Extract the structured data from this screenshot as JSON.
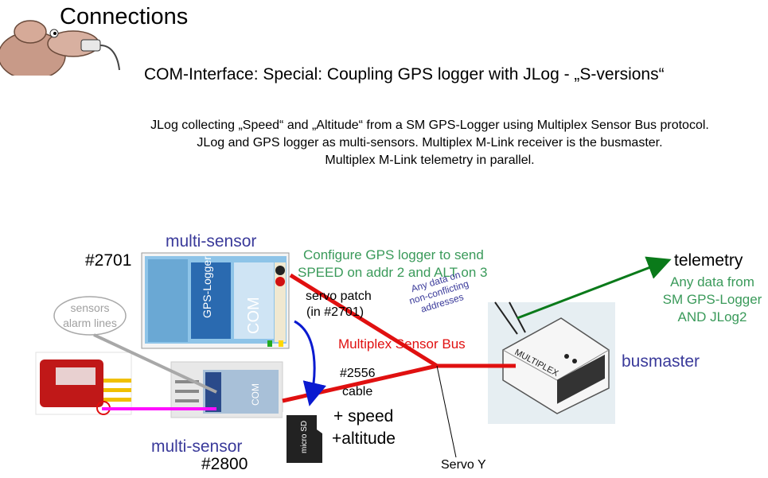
{
  "header": {
    "title": "Connections",
    "subtitle": "COM-Interface: Special: Coupling GPS logger with JLog  -  „S-versions“"
  },
  "description": [
    "JLog collecting „Speed“ and „Altitude“ from a SM GPS-Logger using Multiplex Sensor Bus protocol.",
    "JLog and GPS logger as multi-sensors. Multiplex M-Link receiver is the busmaster.",
    "Multiplex M-Link telemetry in parallel."
  ],
  "labels": {
    "multi_sensor_top": "multi-sensor",
    "id_2701": "#2701",
    "configure_line1": "Configure GPS logger to send",
    "configure_line2": "SPEED on addr 2 and ALT on 3",
    "servo_patch_line1": "servo patch",
    "servo_patch_line2": "(in #2701)",
    "any_data_line1": "Any data on",
    "any_data_line2": "non-conflicting",
    "any_data_line3": "addresses",
    "sensors_line1": "sensors",
    "sensors_line2": "alarm lines",
    "multiplex_bus": "Multiplex Sensor Bus",
    "telemetry": "telemetry",
    "any_data_sm_line1": "Any data from",
    "any_data_sm_line2": "SM GPS-Logger",
    "any_data_sm_line3": "AND JLog2",
    "busmaster": "busmaster",
    "id_2556": "#2556",
    "cable": "cable",
    "speed": "+ speed",
    "altitude": "+altitude",
    "multi_sensor_bottom": "multi-sensor",
    "id_2800": "#2800",
    "servo_y": "Servo Y"
  },
  "device_text": {
    "gps_logger": "GPS-Logger",
    "com": "COM",
    "jlog_com": "COM",
    "microsd": "micro SD",
    "receiver_brand": "MULTIPLEX"
  },
  "colors": {
    "bus_red": "#e01010",
    "telemetry_green": "#0a7a1a",
    "patch_blue": "#0a1ad0",
    "alarm_magenta": "#ff10ff",
    "label_blue": "#3a3a9a",
    "label_green": "#3a9a5a"
  }
}
